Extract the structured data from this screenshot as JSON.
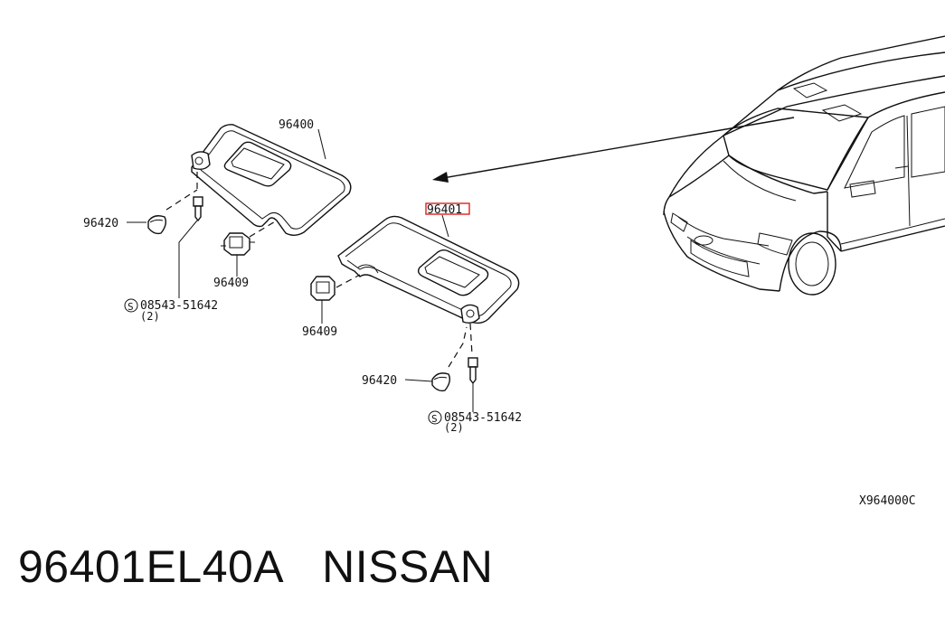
{
  "diagram": {
    "labels": {
      "sun_visor_left": "96400",
      "sun_visor_right": "96401",
      "clip_left": "96409",
      "clip_right": "96409",
      "cover_left": "96420",
      "cover_right": "96420",
      "screw_left": "08543-51642",
      "screw_left_qty": "(2)",
      "screw_right": "08543-51642",
      "screw_right_qty": "(2)",
      "screw_symbol": "S",
      "drawing_code": "X964000C"
    },
    "highlight_color": "#e02020"
  },
  "footer": {
    "part_number": "96401EL40A",
    "brand": "NISSAN"
  }
}
